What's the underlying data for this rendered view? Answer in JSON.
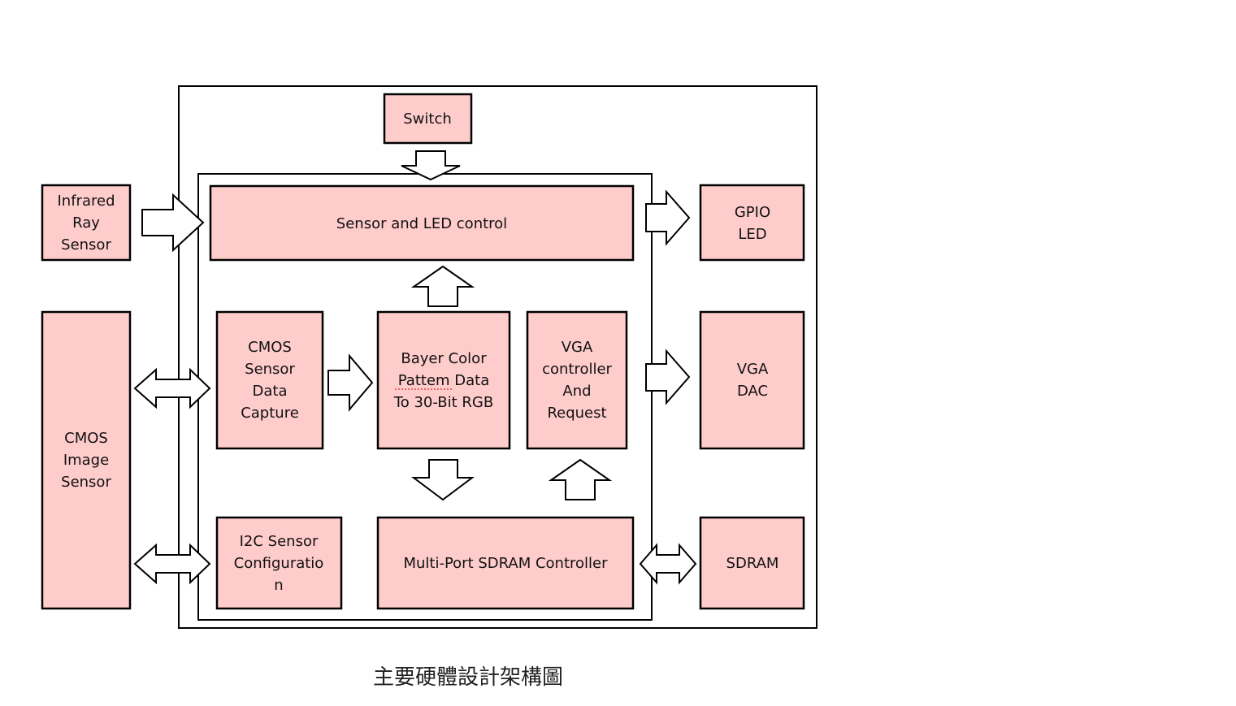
{
  "blocks": {
    "switch": [
      "Switch"
    ],
    "infrared": [
      "Infrared",
      "Ray",
      "Sensor"
    ],
    "cmos_image": [
      "CMOS",
      "Image",
      "Sensor"
    ],
    "sensor_led": [
      "Sensor and LED control"
    ],
    "cmos_capture": [
      "CMOS",
      "Sensor",
      "Data",
      "Capture"
    ],
    "bayer": [
      "Bayer Color",
      "Pattem Data",
      "To 30-Bit RGB"
    ],
    "vga_ctrl": [
      "VGA",
      "controller",
      "And",
      "Request"
    ],
    "i2c": [
      "I2C Sensor",
      "Configuratio",
      "n"
    ],
    "sdram_ctrl": [
      "Multi-Port SDRAM Controller"
    ],
    "gpio": [
      "GPIO",
      "LED"
    ],
    "vga_dac": [
      "VGA",
      "DAC"
    ],
    "sdram": [
      "SDRAM"
    ]
  },
  "caption": "主要硬體設計架構圖",
  "colors": {
    "block_fill": "#ffcccc",
    "outline": "#000000",
    "arrow_fill": "#ffffff"
  }
}
